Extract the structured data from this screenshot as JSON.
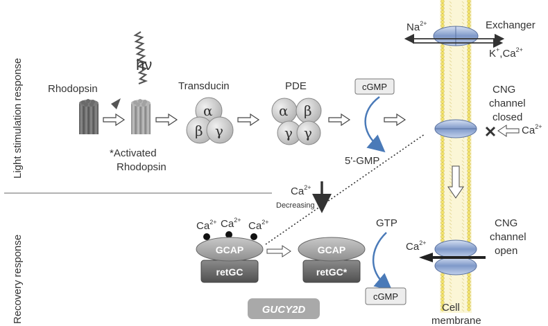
{
  "section_labels": {
    "light": "Light stimulation response",
    "recovery": "Recovery response"
  },
  "photon": "hν",
  "molecules": {
    "rhodopsin": "Rhodopsin",
    "activated_line1": "*Activated",
    "activated_line2": "Rhodopsin",
    "transducin": "Transducin",
    "transducin_subunits": [
      "α",
      "β",
      "γ"
    ],
    "pde": "PDE",
    "pde_subunits": [
      "α",
      "β",
      "γ",
      "γ"
    ]
  },
  "cgmp_top": "cGMP",
  "gmp5": "5'-GMP",
  "exchanger": {
    "label": "Exchanger",
    "na": "Na",
    "na_sup": "2+",
    "k": "K",
    "k_sup": "+",
    "ca": ",Ca",
    "ca_sup": "2+"
  },
  "cng_closed": [
    "CNG",
    "channel",
    "closed"
  ],
  "cng_closed_ca": "Ca",
  "cng_closed_ca_sup": "2+",
  "ca_decreasing": {
    "ca": "Ca",
    "sup": "2+",
    "label": "Decreasing"
  },
  "gcap_cas": [
    {
      "ca": "Ca",
      "sup": "2+"
    },
    {
      "ca": "Ca",
      "sup": "2+"
    },
    {
      "ca": "Ca",
      "sup": "2+"
    }
  ],
  "gcap": "GCAP",
  "retgc": "retGC",
  "gcap2": "GCAP",
  "retgc_active": "retGC*",
  "gtp": "GTP",
  "cgmp_bottom": "cGMP",
  "gene": "GUCY2D",
  "cng_open": [
    "CNG",
    "channel",
    "open"
  ],
  "cng_open_ca": "Ca",
  "cng_open_ca_sup": "2+",
  "cell_membrane": [
    "Cell",
    "membrane"
  ],
  "colors": {
    "membrane": "#f2e7a0",
    "membrane_edge": "#c9b54a",
    "channel": "#9db3da",
    "gcap": "#a8a8a8",
    "retgc": "#6a6a6a",
    "arrow_blue": "#4a7ab8"
  }
}
